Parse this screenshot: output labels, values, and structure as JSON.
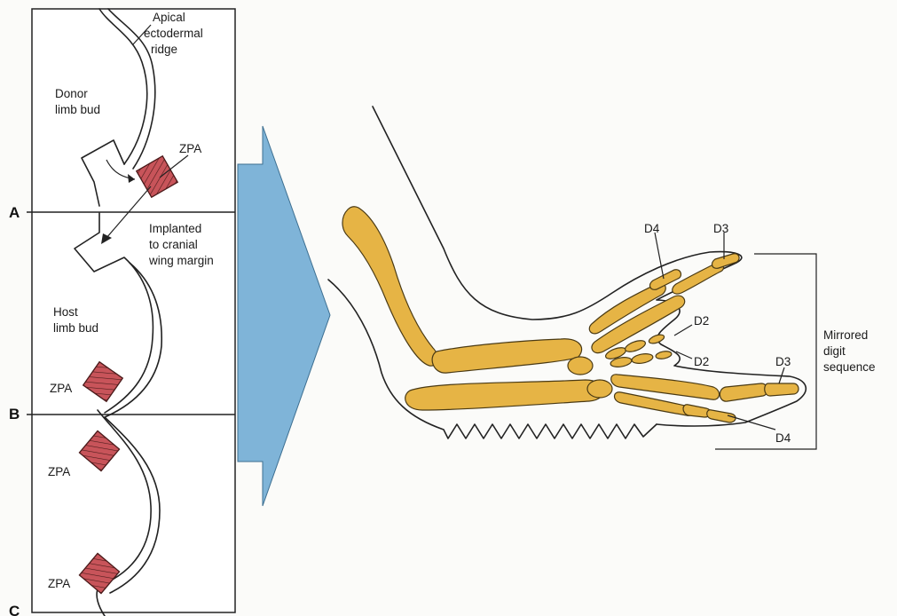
{
  "panels": {
    "A": {
      "letter": "A",
      "apical_label_1": "Apical",
      "apical_label_2": "ectodermal",
      "apical_label_3": "ridge",
      "donor_label_1": "Donor",
      "donor_label_2": "limb bud",
      "zpa_label": "ZPA"
    },
    "B": {
      "letter": "B",
      "implant_label_1": "Implanted",
      "implant_label_2": "to cranial",
      "implant_label_3": "wing margin",
      "host_label_1": "Host",
      "host_label_2": "limb bud",
      "zpa_label": "ZPA"
    },
    "C": {
      "letter": "C",
      "zpa_label_1": "ZPA",
      "zpa_label_2": "ZPA"
    }
  },
  "wing": {
    "digits": {
      "d4_top": "D4",
      "d3_top": "D3",
      "d2_upper": "D2",
      "d2_lower": "D2",
      "d3_lower": "D3",
      "d4_lower": "D4"
    },
    "bracket_label_1": "Mirrored",
    "bracket_label_2": "digit",
    "bracket_label_3": "sequence"
  },
  "colors": {
    "bone": "#e6b445",
    "zpa": "#c8545a",
    "arrow": "#7fb4d8"
  }
}
